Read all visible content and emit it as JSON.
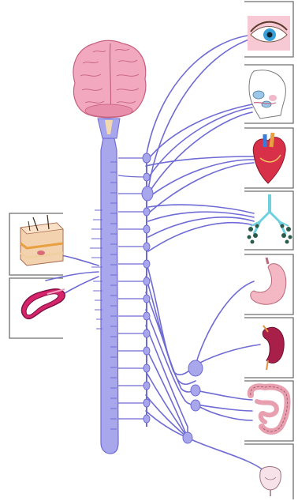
{
  "diagram": {
    "type": "autonomic-nervous-system-illustration",
    "colors": {
      "nerve": "#6f6bd4",
      "spinal_cord": "#a9a7ec",
      "brain": "#f2a9c0",
      "frame": "#6d6d6d"
    },
    "central": [
      "brain",
      "brainstem",
      "spinal-cord"
    ],
    "left_panels": [
      "skin",
      "blood-vessel"
    ],
    "right_organs": [
      "eye",
      "salivary-glands",
      "heart",
      "lungs",
      "stomach",
      "kidney",
      "intestines",
      "bladder"
    ]
  }
}
